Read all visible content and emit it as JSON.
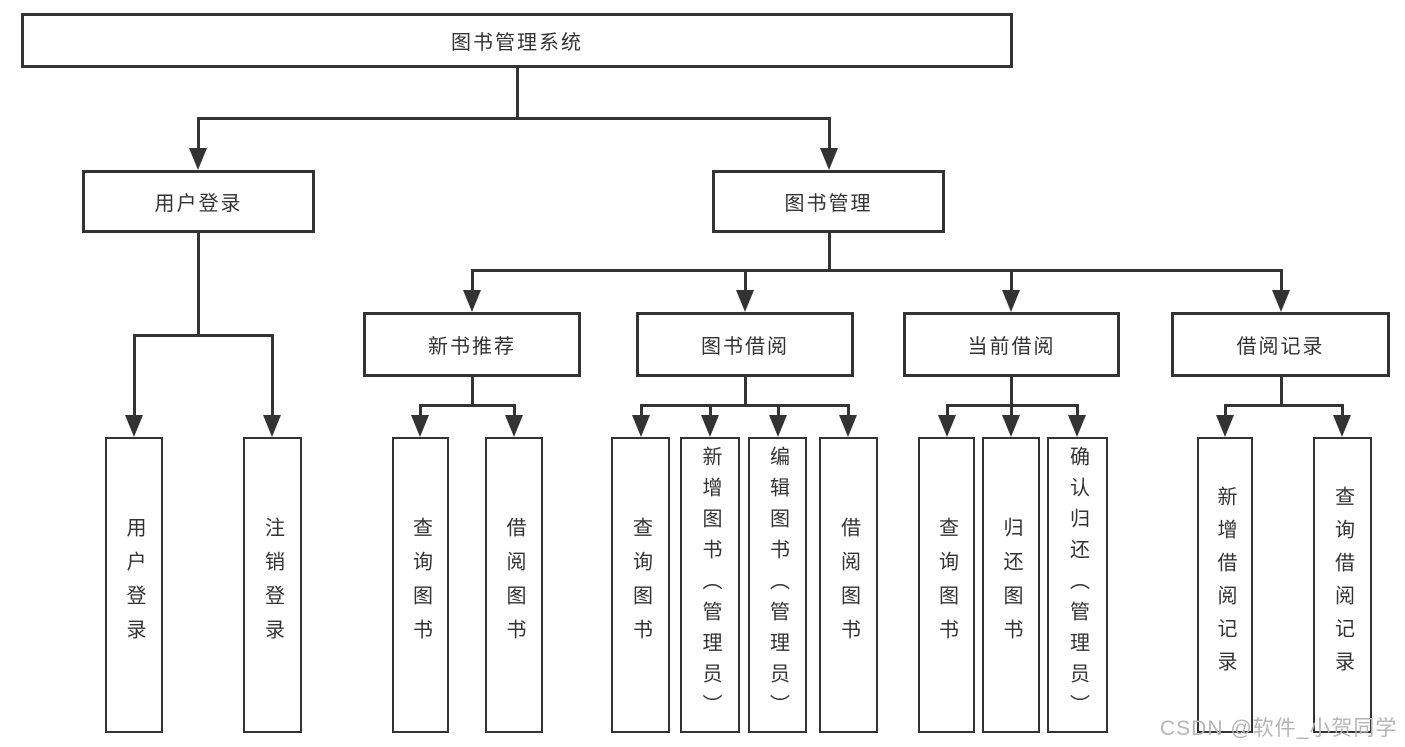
{
  "nodes": {
    "root": "图书管理系统",
    "user_login": "用户登录",
    "book_mgmt": "图书管理",
    "new_book_rec": "新书推荐",
    "book_borrow": "图书借阅",
    "current_borrow": "当前借阅",
    "borrow_records": "借阅记录",
    "leaves_user_login": [
      "用户登录",
      "注销登录"
    ],
    "leaves_new_book": [
      "查询图书",
      "借阅图书"
    ],
    "leaves_book_borrow": [
      "查询图书",
      "新增图书（管理员）",
      "编辑图书（管理员）",
      "借阅图书"
    ],
    "leaves_current_borrow": [
      "查询图书",
      "归还图书",
      "确认归还（管理员）"
    ],
    "leaves_borrow_records": [
      "新增借阅记录",
      "查询借阅记录"
    ]
  },
  "watermark": "CSDN @软件_小贺同学",
  "colors": {
    "line": "#333333",
    "text": "#333333",
    "background": "#ffffff",
    "watermark": "#b5b5b5"
  }
}
